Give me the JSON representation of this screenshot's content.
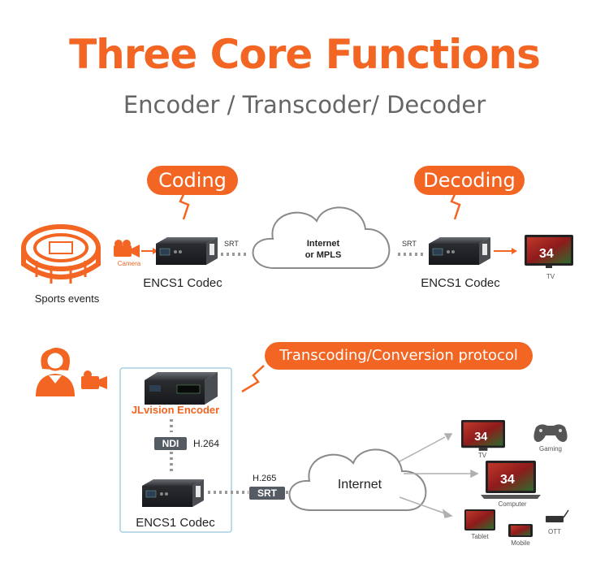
{
  "header": {
    "title": "Three Core Functions",
    "subtitle": "Encoder / Transcoder/ Decoder"
  },
  "top": {
    "coding_label": "Coding",
    "decoding_label": "Decoding",
    "camera_label": "Camera",
    "sports_label": "Sports events",
    "srt_left": "SRT",
    "srt_right": "SRT",
    "cloud_line1": "Internet",
    "cloud_line2": "or MPLS",
    "codec_left": "ENCS1 Codec",
    "codec_right": "ENCS1 Codec",
    "tv_label": "TV"
  },
  "bottom": {
    "transcoding_label": "Transcoding/Conversion protocol",
    "encoder_label": "JLvision Encoder",
    "ndi_tag": "NDI",
    "h264_label": "H.264",
    "codec_label": "ENCS1 Codec",
    "h265_label": "H.265",
    "srt_tag": "SRT",
    "cloud_label": "Internet",
    "targets": {
      "tv": "TV",
      "gaming": "Gaming",
      "computer": "Computer",
      "tablet": "Tablet",
      "mobile": "Mobile",
      "ott": "OTT"
    }
  },
  "colors": {
    "accent": "#f26522",
    "device": "#3a3d42",
    "text_gray": "#666666",
    "tag_gray": "#555b63"
  }
}
